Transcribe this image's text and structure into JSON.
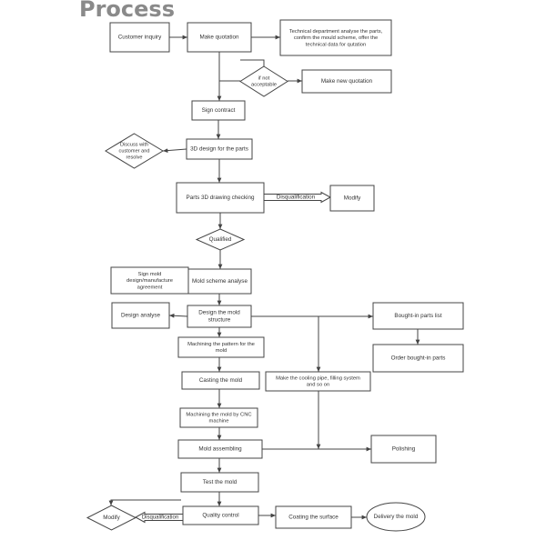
{
  "title": "Process",
  "colors": {
    "line": "#444444",
    "text": "#333333",
    "title": "#8a8a8a",
    "fill": "#ffffff"
  },
  "nodes": {
    "customer_inquiry": [
      "Customer inquiry"
    ],
    "make_quotation": [
      "Make quotation"
    ],
    "tech_analyse": [
      "Technical department analyse the parts,",
      "confirm the mould scheme, offer the",
      "technical data for qutation"
    ],
    "if_not_acceptable": [
      "if not",
      "acceptable"
    ],
    "make_new_quotation": [
      "Make new quotation"
    ],
    "sign_contract": [
      "Sign contract"
    ],
    "design_3d": [
      "3D design for the parts"
    ],
    "discuss": [
      "Discuss with",
      "customer and",
      "resolve"
    ],
    "drawing_checking": [
      "Parts 3D drawing checking"
    ],
    "modify_top": [
      "Modify"
    ],
    "qualified": [
      "Qualified"
    ],
    "sign_mold": [
      "Sign mold",
      "design/manufacture",
      "agreement"
    ],
    "mold_scheme": [
      "Mold scheme analyse"
    ],
    "design_analyse": [
      "Design analyse"
    ],
    "design_mold": [
      "Design the mold",
      "structure"
    ],
    "bought_list": [
      "Bought-in parts list"
    ],
    "order_bought": [
      "Order bought-in parts"
    ],
    "machining_pattern": [
      "Machining the pattern for the",
      "mold"
    ],
    "casting": [
      "Casting the mold"
    ],
    "cooling": [
      "Make the cooling pipe, filling system",
      "and so on"
    ],
    "cnc": [
      "Machining the mold by CNC",
      "machine"
    ],
    "assembling": [
      "Mold assembling"
    ],
    "polishing": [
      "Polishing"
    ],
    "test": [
      "Test the mold"
    ],
    "quality": [
      "Quality control"
    ],
    "coating": [
      "Coating the surface"
    ],
    "delivery": [
      "Delivery the mold"
    ],
    "modify_bottom": [
      "Modify"
    ]
  },
  "edge_labels": {
    "disq_top": "Disqualification",
    "disq_bottom": "Disqualification"
  }
}
